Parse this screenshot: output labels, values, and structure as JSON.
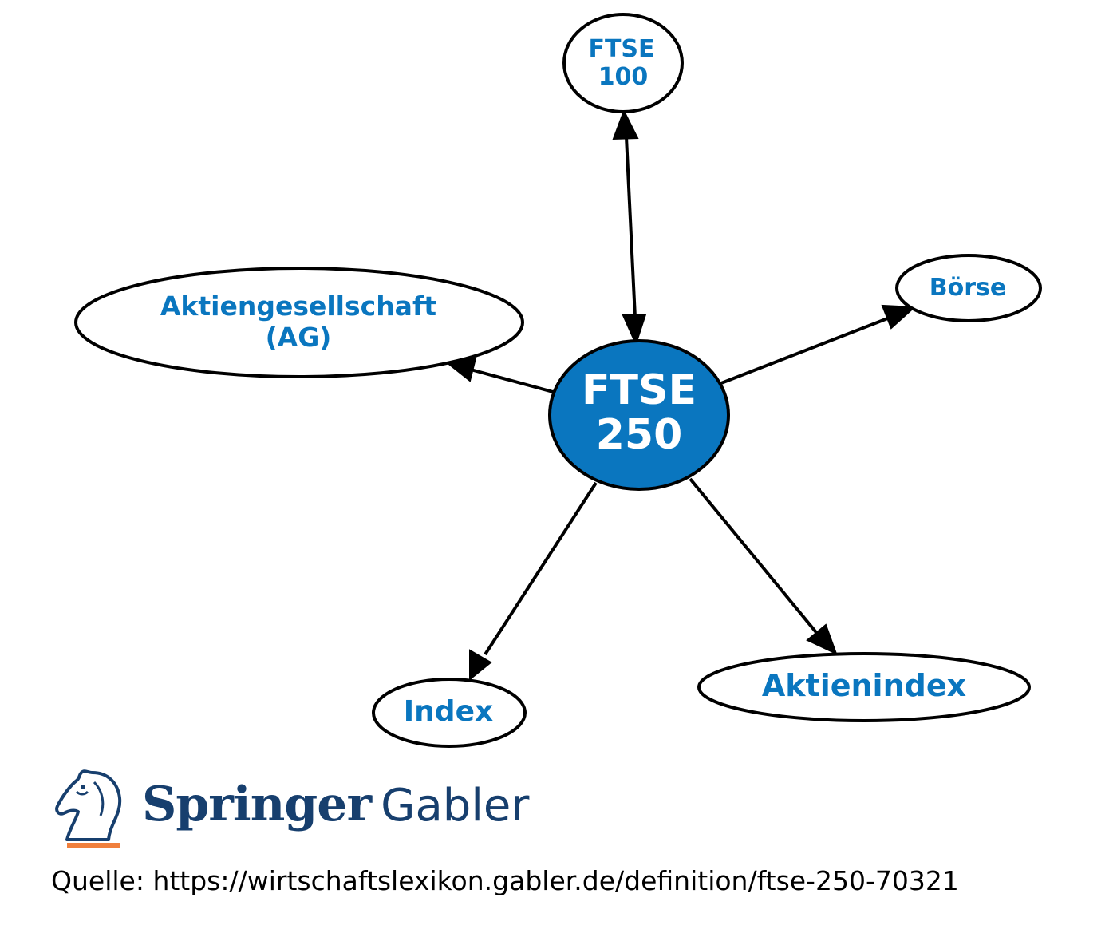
{
  "diagram": {
    "center": {
      "label_line1": "FTSE",
      "label_line2": "250"
    },
    "nodes": {
      "ftse100": {
        "label_line1": "FTSE",
        "label_line2": "100"
      },
      "boerse": {
        "label": "Börse"
      },
      "ag": {
        "label_line1": "Aktiengesellschaft",
        "label_line2": "(AG)"
      },
      "index": {
        "label": "Index"
      },
      "aktienindex": {
        "label": "Aktienindex"
      }
    },
    "edges": [
      {
        "from": "FTSE 250",
        "to": "FTSE 100",
        "bidirectional": true
      },
      {
        "from": "FTSE 250",
        "to": "Börse",
        "bidirectional": false
      },
      {
        "from": "FTSE 250",
        "to": "Aktiengesellschaft (AG)",
        "bidirectional": false
      },
      {
        "from": "FTSE 250",
        "to": "Index",
        "bidirectional": false
      },
      {
        "from": "FTSE 250",
        "to": "Aktienindex",
        "bidirectional": false
      }
    ],
    "colors": {
      "center_fill": "#0a76bf",
      "label_blue": "#0a76bf",
      "outline": "#000000"
    }
  },
  "logo": {
    "brand_part1": "Springer",
    "brand_part2": "Gabler",
    "icon": "knight-horse-icon",
    "color": "#173f6e",
    "accent": "#f07f3c"
  },
  "source": {
    "text": "Quelle: https://wirtschaftslexikon.gabler.de/definition/ftse-250-70321"
  }
}
